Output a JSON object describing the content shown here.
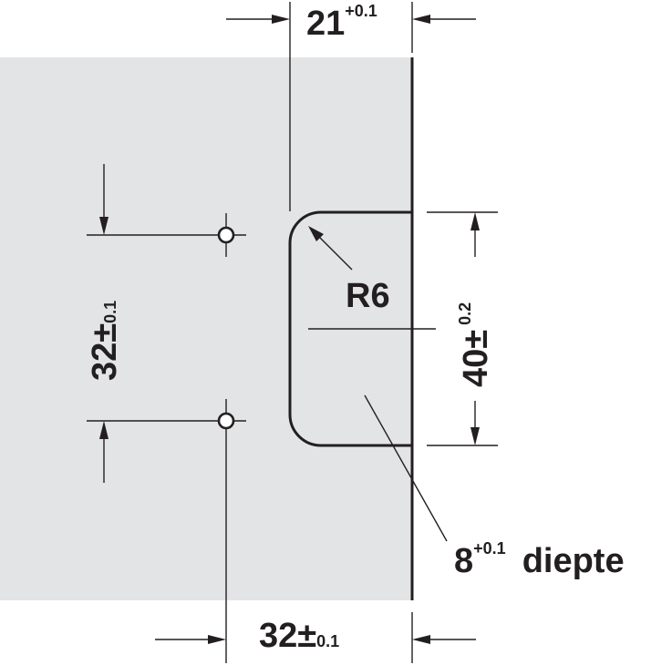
{
  "colors": {
    "panel": "#e3e4e5",
    "line": "#231f20",
    "background": "#ffffff"
  },
  "dimensions": {
    "top_width": {
      "value": "21",
      "tolerance": "+0.1"
    },
    "radius": {
      "value": "R6"
    },
    "cutout_height": {
      "value": "40",
      "sym": "±",
      "tolerance": " 0.2"
    },
    "hole_spacing_vertical": {
      "value": "32",
      "sym": "±",
      "tolerance": "0.1"
    },
    "hole_offset_horizontal": {
      "value": "32",
      "sym": "±",
      "tolerance": "0.1"
    },
    "depth": {
      "value": "8",
      "tolerance": "+0.1",
      "word": "diepte"
    }
  }
}
